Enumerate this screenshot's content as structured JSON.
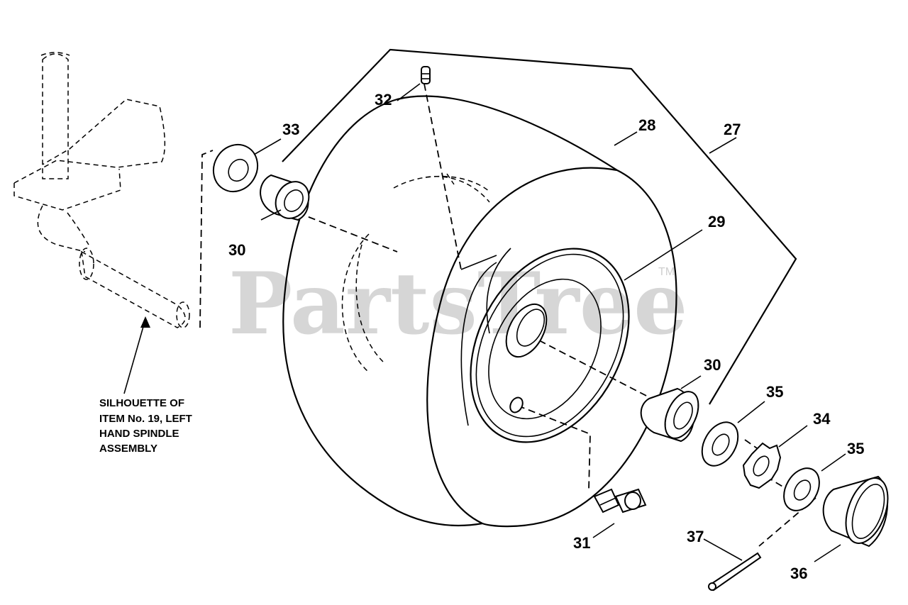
{
  "watermark": {
    "text": "PartsTree",
    "trademark": "TM"
  },
  "note": {
    "lines": [
      "SILHOUETTE OF",
      "ITEM  No. 19, LEFT",
      "HAND SPINDLE",
      "ASSEMBLY"
    ]
  },
  "callouts": {
    "c27": "27",
    "c28": "28",
    "c29": "29",
    "c30a": "30",
    "c30b": "30",
    "c31": "31",
    "c32": "32",
    "c33": "33",
    "c34": "34",
    "c35a": "35",
    "c35b": "35",
    "c36": "36",
    "c37": "37"
  }
}
